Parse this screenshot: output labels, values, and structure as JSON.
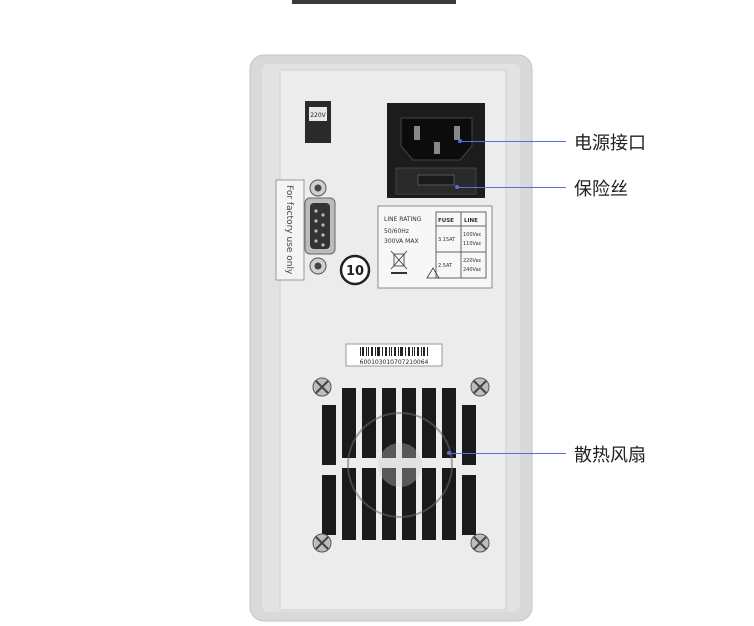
{
  "image": {
    "subject": "power supply rear panel",
    "colors": {
      "chassis": "#d9d9d9",
      "panel": "#ececec",
      "leader_line": "#5a6ed6",
      "label_text": "#222222"
    }
  },
  "panel_labels": {
    "voltage_switch": "220V",
    "factory_note": "For factory use only",
    "line_rating_title": "LINE RATING",
    "line_rating_freq": "50/60Hz",
    "line_rating_power": "300VA MAX",
    "fuse_header": "FUSE",
    "line_header": "LINE",
    "fuse_1": "3.15AT",
    "line_1a": "100Vac",
    "line_1b": "110Vac",
    "fuse_2": "2.5AT",
    "line_2a": "220Vac",
    "line_2b": "240Vac",
    "eco_badge": "10",
    "serial_number": "600103010707210064"
  },
  "callouts": [
    {
      "id": "power-inlet",
      "text": "电源接口"
    },
    {
      "id": "fuse",
      "text": "保险丝"
    },
    {
      "id": "fan",
      "text": "散热风扇"
    }
  ]
}
